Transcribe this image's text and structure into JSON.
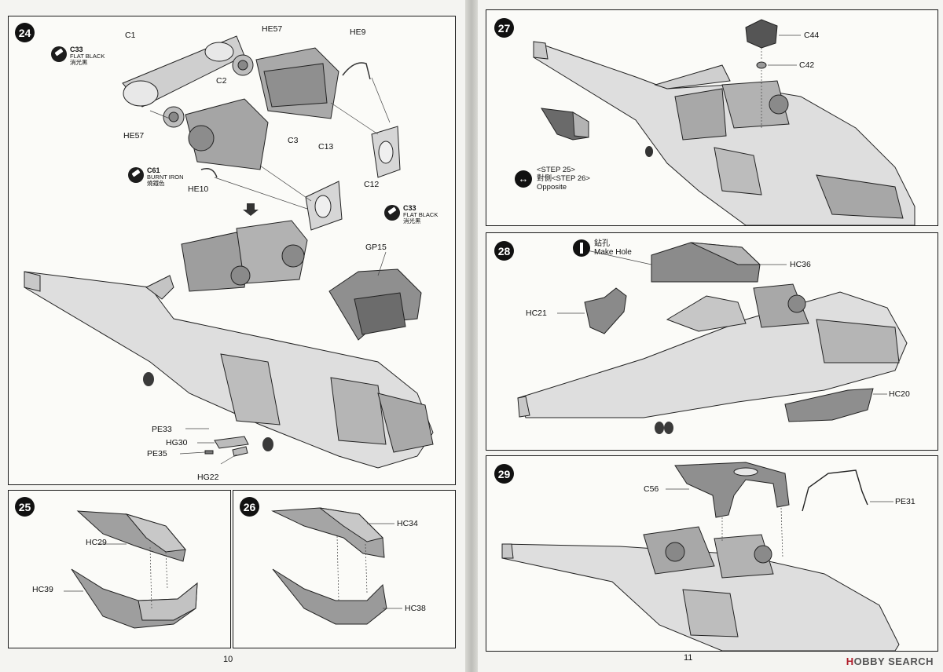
{
  "pages": {
    "left_number": "10",
    "right_number": "11"
  },
  "watermark": {
    "brand": "HOBBY SEARCH",
    "prefix": "H",
    "rest": "OBBY SEARCH"
  },
  "step24": {
    "number": "24",
    "parts": [
      "C1",
      "HE57",
      "HE9",
      "C2",
      "HE57",
      "C3",
      "C13",
      "C12",
      "HE10",
      "PE33",
      "HG30",
      "PE35",
      "HG22",
      "GP15"
    ],
    "paint_a": {
      "code": "C33",
      "name": "FLAT BLACK",
      "jp": "消光黑"
    },
    "paint_b": {
      "code": "C61",
      "name": "BURNT IRON",
      "jp": "燒鐵色"
    },
    "paint_c": {
      "code": "C33",
      "name": "FLAT BLACK",
      "jp": "消光黑"
    }
  },
  "step25": {
    "number": "25",
    "parts": [
      "HC29",
      "HC39"
    ]
  },
  "step26": {
    "number": "26",
    "parts": [
      "HC34",
      "HC38"
    ]
  },
  "step27": {
    "number": "27",
    "parts": [
      "C44",
      "C42"
    ],
    "ref_line1": "<STEP 25>",
    "ref_line2": "對側<STEP 26>",
    "ref_line3": "Opposite"
  },
  "step28": {
    "number": "28",
    "drill_jp": "鉆孔",
    "drill_en": "Make Hole",
    "parts": [
      "HC36",
      "HC21",
      "HC20"
    ]
  },
  "step29": {
    "number": "29",
    "parts": [
      "C56",
      "PE31"
    ]
  },
  "icons": {
    "paint": "paint-pot-icon",
    "flip": "double-arrow-icon",
    "drill": "drill-icon",
    "step_marker": "arrow-down-icon"
  }
}
